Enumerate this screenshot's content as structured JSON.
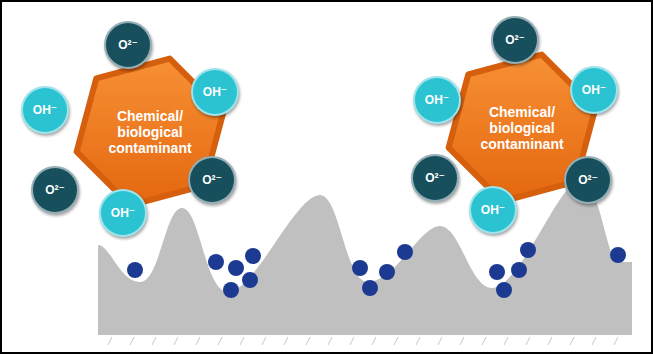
{
  "diagram": {
    "nodes": [
      {
        "text": [
          "Chemical/ biological contaminant"
        ]
      },
      {
        "text": [
          "O²⁻"
        ]
      },
      {
        "text": [
          "OH⁻"
        ]
      },
      {
        "text": [
          "OH⁻"
        ]
      },
      {
        "text": [
          "O²⁻"
        ]
      },
      {
        "text": [
          "O²⁻"
        ]
      },
      {
        "text": [
          "OH⁻"
        ]
      },
      {
        "text": [
          "Chemical/ biological contaminant"
        ]
      },
      {
        "text": [
          "O²⁻"
        ]
      },
      {
        "text": [
          "OH⁻"
        ]
      },
      {
        "text": [
          "OH⁻"
        ]
      },
      {
        "text": [
          "O²⁻"
        ]
      },
      {
        "text": [
          "O²⁻"
        ]
      },
      {
        "text": [
          "OH⁻"
        ]
      }
    ]
  }
}
